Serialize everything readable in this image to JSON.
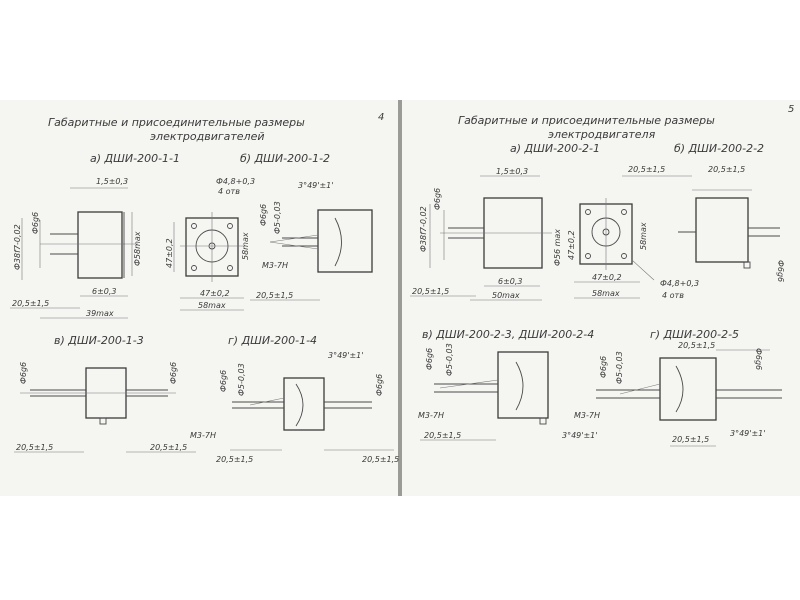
{
  "left_page": {
    "title_line1": "Габаритные и присоединительные размеры",
    "title_line2": "электродвигателей",
    "page_number": "4",
    "views": {
      "a": {
        "label": "а) ДШИ-200-1-1",
        "dims": [
          "1,5±0,3",
          "Ф6g6",
          "Ф38f7-0,02",
          "Ф58max",
          "6±0,3",
          "20,5±1,5",
          "39max"
        ]
      },
      "b": {
        "label": "б) ДШИ-200-1-2",
        "dims": [
          "Ф4,8+0,3",
          "4 отв",
          "47±0,2",
          "58max",
          "47±0,2",
          "58max",
          "3°49'±1'",
          "Ф6g6",
          "Ф5-0,03",
          "M3-7H",
          "20,5±1,5"
        ]
      },
      "v": {
        "label": "в) ДШИ-200-1-3",
        "dims": [
          "Ф6g6",
          "Ф6g6",
          "20,5±1,5",
          "20,5±1,5"
        ]
      },
      "g": {
        "label": "г) ДШИ-200-1-4",
        "dims": [
          "Ф6g6",
          "Ф5-0,03",
          "3°49'±1'",
          "Ф6g6",
          "M3-7H",
          "20,5±1,5",
          "20,5±1,5"
        ]
      }
    }
  },
  "right_page": {
    "title_line1": "Габаритные и присоединительные размеры",
    "title_line2": "электродвигателя",
    "page_number": "5",
    "views": {
      "a": {
        "label": "а) ДШИ-200-2-1",
        "dims": [
          "1,5±0,3",
          "Ф6g6",
          "Ф38f7-0,02",
          "Ф56 max",
          "47±0,2",
          "58max",
          "6±0,3",
          "20,5±1,5",
          "50max",
          "47±0,2",
          "58max",
          "Ф4,8+0,3",
          "4 отв"
        ]
      },
      "b": {
        "label": "б) ДШИ-200-2-2",
        "dims": [
          "20,5±1,5",
          "20,5±1,5",
          "Ф6g6"
        ]
      },
      "v": {
        "label": "в) ДШИ-200-2-3, ДШИ-200-2-4",
        "dims": [
          "Ф6g6",
          "Ф5-0,03",
          "M3-7H",
          "20,5±1,5",
          "3°49'±1'"
        ]
      },
      "g": {
        "label": "г) ДШИ-200-2-5",
        "dims": [
          "20,5±1,5",
          "Ф6g6",
          "Ф5-0,03",
          "Ф6g6",
          "M3-7H",
          "20,5±1,5",
          "3°49'±1'"
        ]
      }
    }
  }
}
